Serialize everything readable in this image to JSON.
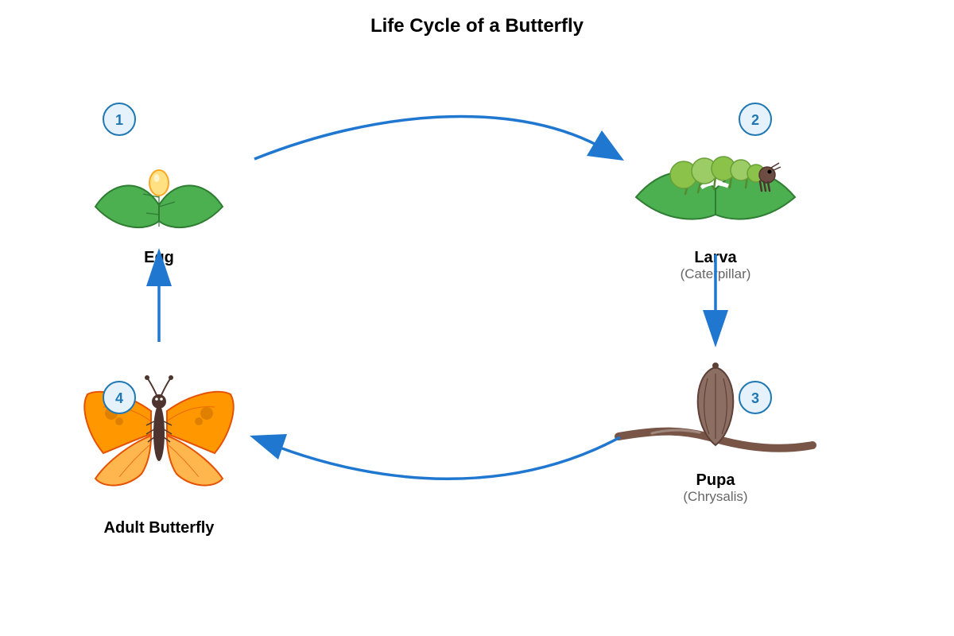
{
  "title": "Life Cycle of a Butterfly",
  "colors": {
    "arrow": "#1f77d0",
    "badge_fill": "#e6f2fb",
    "badge_stroke": "#1f77b4",
    "leaf": "#4caf50",
    "leaf_stroke": "#2e7d32",
    "egg": "#ffe082",
    "caterpillar": "#8bc34a",
    "chrysalis": "#8d6e63",
    "branch": "#795548",
    "wing_upper": "#ff9800",
    "wing_lower": "#ffb74d",
    "body": "#4e342e"
  },
  "stages": {
    "egg": {
      "number": "1",
      "label": "Egg",
      "icon": "egg-on-leaf-icon"
    },
    "larva": {
      "number": "2",
      "label": "Larva",
      "sublabel": "(Caterpillar)",
      "icon": "caterpillar-on-leaf-icon"
    },
    "pupa": {
      "number": "3",
      "label": "Pupa",
      "sublabel": "(Chrysalis)",
      "icon": "chrysalis-on-branch-icon"
    },
    "adult": {
      "number": "4",
      "label": "Adult Butterfly",
      "icon": "butterfly-icon"
    }
  },
  "arrows": [
    {
      "from": "egg",
      "to": "larva"
    },
    {
      "from": "larva",
      "to": "pupa"
    },
    {
      "from": "pupa",
      "to": "adult"
    },
    {
      "from": "adult",
      "to": "egg"
    }
  ]
}
